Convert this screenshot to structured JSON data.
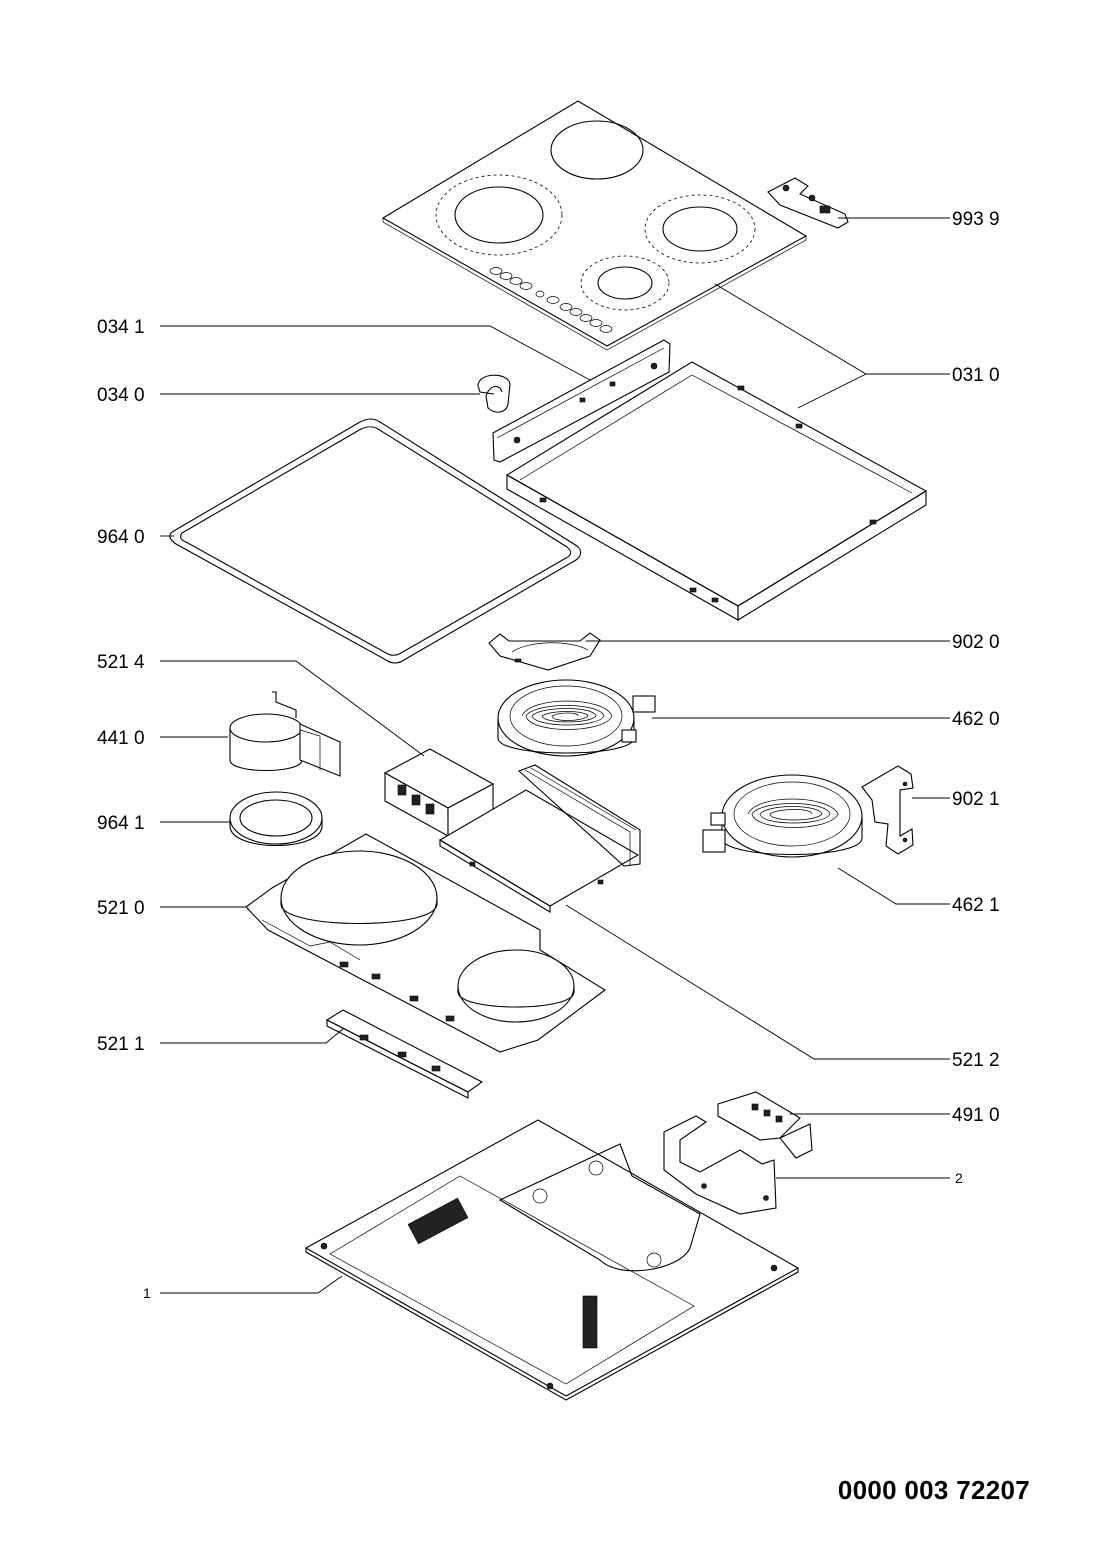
{
  "callouts": [
    {
      "id": "993_9",
      "label": "993 9"
    },
    {
      "id": "034_1",
      "label": "034 1"
    },
    {
      "id": "034_0",
      "label": "034 0"
    },
    {
      "id": "031_0",
      "label": "031 0"
    },
    {
      "id": "964_0",
      "label": "964 0"
    },
    {
      "id": "902_0",
      "label": "902 0"
    },
    {
      "id": "521_4",
      "label": "521 4"
    },
    {
      "id": "462_0",
      "label": "462 0"
    },
    {
      "id": "441_0",
      "label": "441 0"
    },
    {
      "id": "902_1",
      "label": "902 1"
    },
    {
      "id": "964_1",
      "label": "964 1"
    },
    {
      "id": "521_0",
      "label": "521 0"
    },
    {
      "id": "462_1",
      "label": "462 1"
    },
    {
      "id": "521_1",
      "label": "521 1"
    },
    {
      "id": "521_2",
      "label": "521 2"
    },
    {
      "id": "491_0",
      "label": "491 0"
    },
    {
      "id": "2",
      "label": "2"
    },
    {
      "id": "1",
      "label": "1"
    }
  ],
  "document_number": "0000 003 72207"
}
